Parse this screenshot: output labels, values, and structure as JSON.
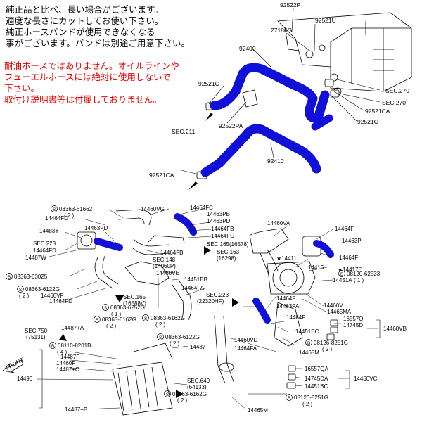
{
  "notes": {
    "black": [
      "純正品と比べ、長い場合がございます。",
      "適度な長さにカットしてお使い下さい。",
      "純正ホースバンドが使用できなくなる",
      "事がございます。バンドは別途ご用意下さい。"
    ],
    "red": [
      "耐油ホースではありません。オイルラインや",
      "フューエルホースには絶対に使用しないで",
      "下さい。",
      "取付け説明書等は付属しておりません。"
    ]
  },
  "colors": {
    "hose": "#1010d8",
    "warning": "#e60000",
    "line": "#000000"
  },
  "top_labels": {
    "p92522p": "92522P",
    "p92521u": "92521U",
    "p27186g": "27186G",
    "p92400": "92400",
    "p92521c_left": "92521C",
    "p92522pa": "92522PA",
    "p92410": "92410",
    "p92521ca_bottom": "92521CA",
    "sec211": "SEC.211",
    "sec270_a": "SEC.270",
    "sec270_b": "SEC.270",
    "p92521ca_right": "92521CA",
    "p92521c_right": "92521C"
  },
  "bottom_labels": {
    "s1": "08363-61662",
    "s1q": "( 2 )",
    "l14464fd_1": "14464FD",
    "l14483y": "14483Y",
    "l14463pd": "14463PD",
    "sec223": "SEC.223",
    "l14464fd_2": "14464FD",
    "l14487w": "14487W",
    "s2": "08363-63025",
    "s3": "08363-6122G",
    "s3q": "( 2 )",
    "l14460vf": "14460VF",
    "l14464fd_3": "14464FD",
    "s4": "08363-6252G",
    "s4q": "( 1 )",
    "sec165a": "SEC.165",
    "sec165a_n": "(16588V)",
    "l14460vg": "14460VG",
    "l14464fc_1": "14464FC",
    "l14463pb": "14463PB",
    "l14463pd_2": "14463PD",
    "l14464fb_1": "14464FB",
    "l14464fc_2": "14464FC",
    "sec165b": "SEC.165(16578)",
    "sec163": "SEC.163",
    "sec163_n": "(16298)",
    "l14464fb_2": "14464FB",
    "sec148": "SEC.148",
    "sec148_n": "(14060P)",
    "l14460ve": "14460VE",
    "l14451bb": "14451BB",
    "l14464fa_1": "14464FA",
    "sec223b": "SEC.223",
    "sec223b_n": "(22320HF)",
    "l14460va": "14460VA",
    "l14464f_1": "14464F",
    "l14463p": "14463P",
    "l14464f_2": "14464F",
    "l14411": "★14411",
    "l14415": "14415",
    "l14417e": "★14417E",
    "l14451a": "14451A",
    "s5": "08120-62533",
    "s5q": "( 1 )",
    "l14460v": "14460V",
    "l14465ma": "14465MA",
    "l14464f_3": "14464F",
    "l14463pa": "14463PA",
    "l14464f_4": "14464F",
    "l16557q": "16557Q",
    "l14745d": "14745D",
    "l14460vb": "14460VB",
    "l14451bc": "14451BC",
    "s6": "08126-8251G",
    "s6q": "( 2 )",
    "l14465m": "14465M",
    "l14460vd": "14460VD",
    "l14464fa_2": "14464FA",
    "s7": "08363-6162G",
    "s7q": "( 2 )",
    "s8": "08363-6162G",
    "s8q": "( 2 )",
    "sec750": "SEC.750",
    "sec750_n": "(75131)",
    "l14487a": "14487+A",
    "s9": "08110-8201B",
    "s9q": "( 4 )",
    "l14487f": "14487F",
    "l14460f": "14460F",
    "l14487c": "14487+C",
    "front": "FRONT",
    "l14496": "14496",
    "s10": "08363-6122G",
    "s10q": "( 2 )",
    "l14487": "14487",
    "sec640": "SEC.640",
    "sec640_n": "(64133)",
    "s11": "08363-6162G",
    "s11q": "( 2 )",
    "l14487b": "14487+B",
    "l16557qa": "16557QA",
    "l14745da": "14745DA",
    "l14451bc_2": "14451BC",
    "l14460vc": "14460VC",
    "s12": "08126-8251G",
    "s12q": "( 2 )",
    "l14465m_2": "14465M"
  }
}
